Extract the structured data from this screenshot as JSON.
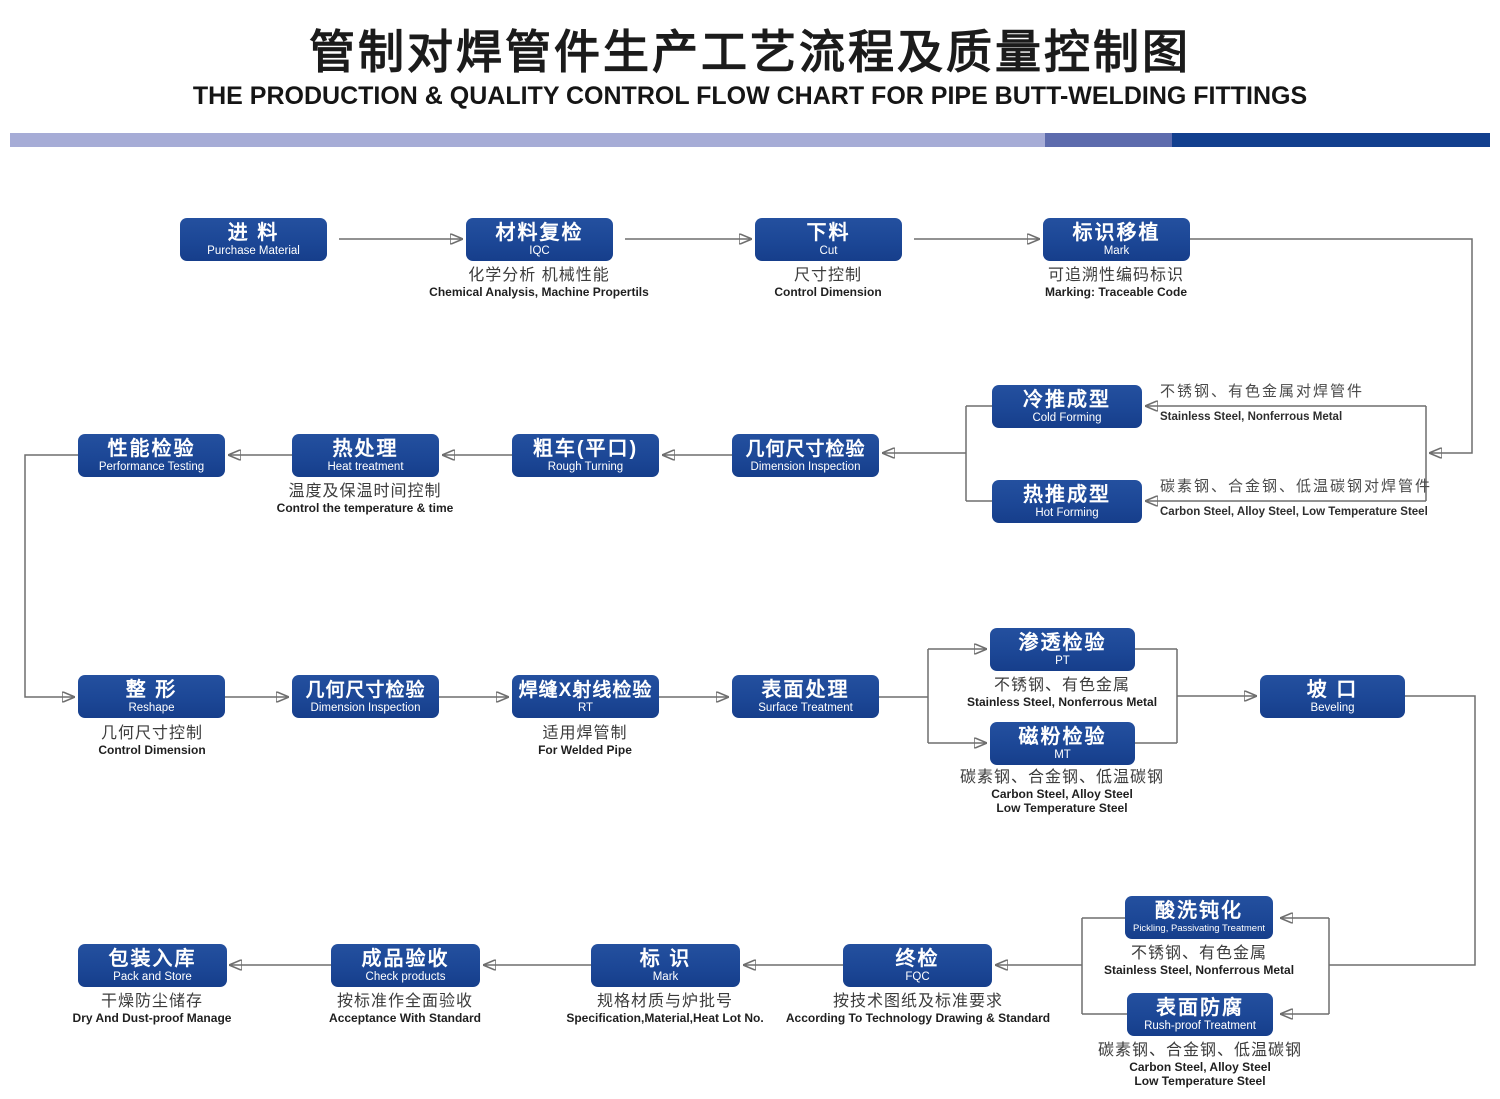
{
  "title": {
    "zh": "管制对焊管件生产工艺流程及质量控制图",
    "en": "THE PRODUCTION & QUALITY CONTROL FLOW CHART FOR PIPE BUTT-WELDING FITTINGS"
  },
  "colors": {
    "box": "#1c4796",
    "box_dark": "#163e8b",
    "bar_light": "#a6acd6",
    "bar_mid": "#5d6bad",
    "bar_dark": "#123f8e",
    "line": "#6e6e6e",
    "arrow": "#111111"
  },
  "nodes": {
    "purchase": {
      "zh": "进 料",
      "en": "Purchase Material"
    },
    "iqc": {
      "zh": "材料复检",
      "en": "IQC"
    },
    "cut": {
      "zh": "下料",
      "en": "Cut"
    },
    "mark_transfer": {
      "zh": "标识移植",
      "en": "Mark"
    },
    "cold_forming": {
      "zh": "冷推成型",
      "en": "Cold Forming"
    },
    "hot_forming": {
      "zh": "热推成型",
      "en": "Hot Forming"
    },
    "performance": {
      "zh": "性能检验",
      "en": "Performance Testing"
    },
    "heat": {
      "zh": "热处理",
      "en": "Heat treatment"
    },
    "rough": {
      "zh": "粗车(平口)",
      "en": "Rough Turning"
    },
    "dim1": {
      "zh": "几何尺寸检验",
      "en": "Dimension Inspection"
    },
    "reshape": {
      "zh": "整  形",
      "en": "Reshape"
    },
    "dim2": {
      "zh": "几何尺寸检验",
      "en": "Dimension Inspection"
    },
    "rt": {
      "zh": "焊缝X射线检验",
      "en": "RT"
    },
    "surface": {
      "zh": "表面处理",
      "en": "Surface  Treatment"
    },
    "pt": {
      "zh": "渗透检验",
      "en": "PT"
    },
    "mt": {
      "zh": "磁粉检验",
      "en": "MT"
    },
    "beveling": {
      "zh": "坡  口",
      "en": "Beveling"
    },
    "pack": {
      "zh": "包装入库",
      "en": "Pack and Store"
    },
    "check": {
      "zh": "成品验收",
      "en": "Check products"
    },
    "mark2": {
      "zh": "标  识",
      "en": "Mark"
    },
    "fqc": {
      "zh": "终检",
      "en": "FQC"
    },
    "pickling": {
      "zh": "酸洗钝化",
      "en": "Pickling, Passivating  Treatment"
    },
    "rustproof": {
      "zh": "表面防腐",
      "en": "Rush-proof Treatment"
    }
  },
  "captions": {
    "iqc": {
      "zh": "化学分析  机械性能",
      "en": "Chemical  Analysis,  Machine Propertils"
    },
    "cut": {
      "zh": "尺寸控制",
      "en": "Control Dimension"
    },
    "mark_transfer": {
      "zh": "可追溯性编码标识",
      "en": "Marking: Traceable  Code"
    },
    "heat": {
      "zh": "温度及保温时间控制",
      "en": "Control the  temperature  &  time"
    },
    "reshape": {
      "zh": "几何尺寸控制",
      "en": "Control Dimension"
    },
    "rt": {
      "zh": "适用焊管制",
      "en": "For  Welded  Pipe"
    },
    "pt": {
      "zh": "不锈钢、有色金属",
      "en": "Stainless Steel, Nonferrous Metal"
    },
    "mt": {
      "zh": "碳素钢、合金钢、低温碳钢",
      "en": "Carbon Steel, Alloy Steel",
      "en2": "Low Temperature Steel"
    },
    "pack": {
      "zh": "干燥防尘储存",
      "en": "Dry  And Dust-proof  Manage"
    },
    "check": {
      "zh": "按标准作全面验收",
      "en": "Acceptance  With  Standard"
    },
    "mark2": {
      "zh": "规格材质与炉批号",
      "en": "Specification,Material,Heat Lot No."
    },
    "fqc": {
      "zh": "按技术图纸及标准要求",
      "en": "According To Technology Drawing & Standard"
    },
    "pickling": {
      "zh": "不锈钢、有色金属",
      "en": "Stainless Steel, Nonferrous Metal"
    },
    "rustproof": {
      "zh": "碳素钢、合金钢、低温碳钢",
      "en": "Carbon Steel, Alloy Steel",
      "en2": "Low Temperature Steel"
    }
  },
  "line_labels": {
    "cold": {
      "zh": "不锈钢、有色金属对焊管件",
      "en": "Stainless Steel, Nonferrous Metal"
    },
    "hot": {
      "zh": "碳素钢、合金钢、低温碳钢对焊管件",
      "en": "Carbon Steel, Alloy Steel, Low Temperature Steel"
    }
  }
}
